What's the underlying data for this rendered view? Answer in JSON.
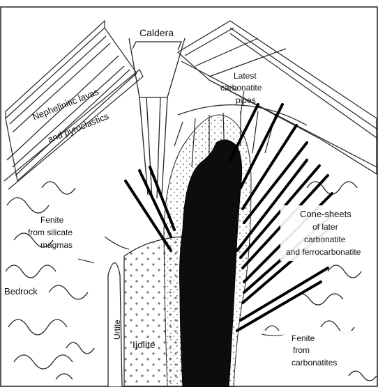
{
  "diagram": {
    "labels": {
      "caldera": "Caldera",
      "lavas_line1": "Nephelinitic lavas",
      "lavas_line2": "and pyroclastics",
      "latest_line1": "Latest",
      "latest_line2": "carbonatite",
      "latest_line3": "pipes",
      "cone_line1": "Cone-sheets",
      "cone_line2": "of later",
      "cone_line3": "carbonatite",
      "cone_line4": "and ferrocarbonatite",
      "fenite_sil_line1": "Fenite",
      "fenite_sil_line2": "from silicate",
      "fenite_sil_line3": "magmas",
      "bedrock": "Bedrock",
      "urtite": "Urtite",
      "ijolite": "Ijolite",
      "fenite_carb_line1": "Fenite",
      "fenite_carb_line2": "from",
      "fenite_carb_line3": "carbonatites"
    }
  }
}
